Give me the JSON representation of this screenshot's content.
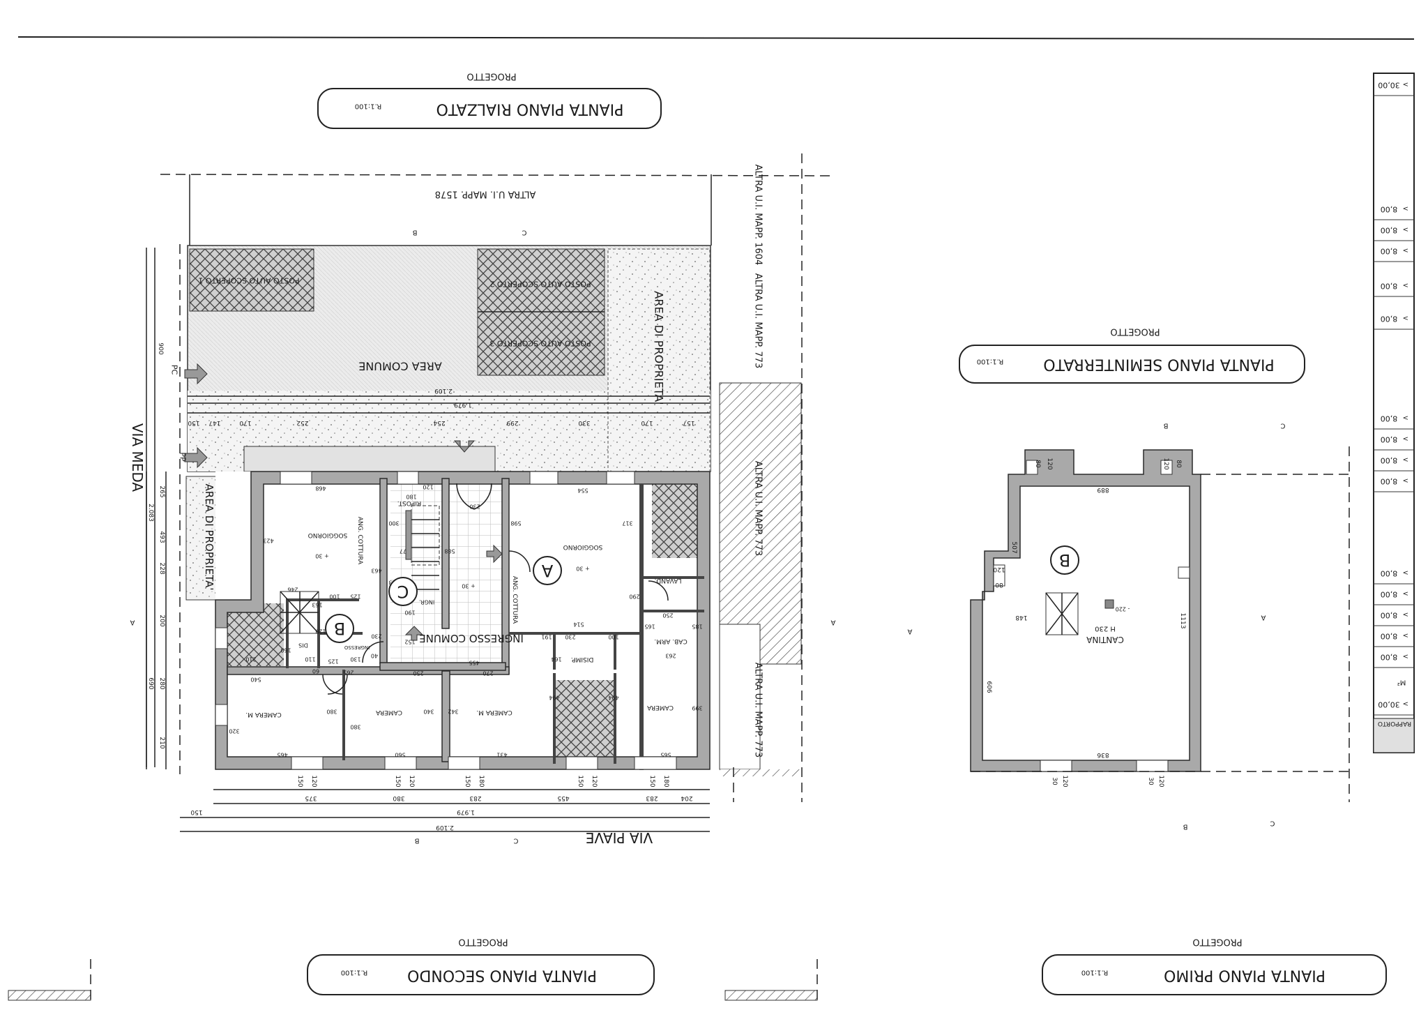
{
  "sheet": {
    "progetto_label": "PROGETTO",
    "scale_label": "R.1:100",
    "titles": {
      "rialzato": "PIANTA PIANO RIALZATO",
      "seminterrato": "PIANTA PIANO SEMINTERRATO",
      "secondo": "PIANTA PIANO SECONDO",
      "primo": "PIANTA PIANO PRIMO"
    }
  },
  "site": {
    "street_left": "VIA MEDA",
    "street_bottom": "VIA PIAVE",
    "area_comune": "AREA COMUNE",
    "area_proprieta": "AREA DI PROPRIETA'",
    "posto_1": "POSTO AUTO SCOPERTO 1",
    "posto_2": "POSTO AUTO SCOPERTO 2",
    "posto_3": "POSTO AUTO SCOPERTO 3",
    "altra_1578": "ALTRA U.I. MAPP. 1578",
    "altra_1604": "ALTRA U.I. MAPP. 1604",
    "altra_773": "ALTRA U.I. MAPP. 773",
    "pc": "PC",
    "pp": "PP"
  },
  "rialzato_rooms": {
    "soggiorno_b": "SOGGIORNO",
    "ang_cottura_b": "ANG. COTTURA",
    "ripost": "RIPOST.",
    "ingresso_comune": "INGRESSO COMUNE",
    "ingr": "INGR.",
    "ingresso": "INGRESSO",
    "dis": "DIS",
    "soggiorno_a": "SOGGIORNO",
    "ang_cottura_a": "ANG. COTTURA",
    "lavand": "LAVAND.",
    "cab_arm": "CAB. ARM.",
    "disimp": "DISIMP.",
    "camera_m1": "CAMERA M.",
    "camera1": "CAMERA",
    "camera_m2": "CAMERA M.",
    "camera2": "CAMERA",
    "unit_a": "A",
    "unit_b": "B",
    "unit_c": "C",
    "level_plus30": "+ 30"
  },
  "seminterrato_rooms": {
    "cantina": "CANTINA",
    "h": "H 230",
    "unit_b": "B",
    "level": "- 220",
    "dims": [
      "889",
      "836",
      "507",
      "606",
      "1113",
      "148",
      "120",
      "80",
      "80",
      "120",
      "80",
      "120",
      "30",
      "120",
      "30",
      "120"
    ]
  },
  "dimensions": {
    "bottom_chain": [
      "204",
      "283",
      "455",
      "283",
      "380",
      "375"
    ],
    "bottom_total_1": "1.979",
    "bottom_total_2": "2.109",
    "bottom_left": "150",
    "top_chain": [
      "150",
      "147",
      "170",
      "252",
      "254",
      "299",
      "330",
      "170",
      "157"
    ],
    "top_total_1": "2.109",
    "top_total_2": "1.979",
    "left_chain": [
      "265",
      "493",
      "228",
      "200",
      "280",
      "690",
      "210"
    ],
    "left_total": "2.083",
    "left_pc": "900",
    "windows": [
      "150",
      "120",
      "150",
      "120",
      "150",
      "180",
      "150",
      "120",
      "150",
      "180"
    ],
    "room_dims": [
      "468",
      "463",
      "423",
      "246",
      "100",
      "125",
      "300",
      "223",
      "180",
      "120",
      "77",
      "190",
      "230",
      "588",
      "598",
      "455",
      "152",
      "554",
      "317",
      "290",
      "514",
      "191",
      "230",
      "100",
      "250",
      "165",
      "185",
      "263",
      "164",
      "494",
      "494",
      "399",
      "565",
      "431",
      "342",
      "340",
      "270",
      "250",
      "380",
      "380",
      "560",
      "465",
      "320",
      "540",
      "265",
      "110",
      "160",
      "125",
      "130",
      "40",
      "60",
      "230",
      "163",
      "120",
      "210"
    ]
  },
  "section_marks": [
    "B",
    "C",
    "B",
    "C",
    "A",
    "A",
    "B",
    "C",
    "A",
    "A",
    "B",
    "C"
  ],
  "table": {
    "rows": [
      "30,00",
      "8,00",
      "8,00",
      "8,00",
      "8,00",
      "8,00",
      "8,00",
      "8,00",
      "8,00",
      "8,00",
      "8,00",
      "8,00",
      "8,00",
      "8,00",
      "8,00",
      "30,00"
    ],
    "unit": "M²",
    "footer": "RAPPORTO"
  }
}
